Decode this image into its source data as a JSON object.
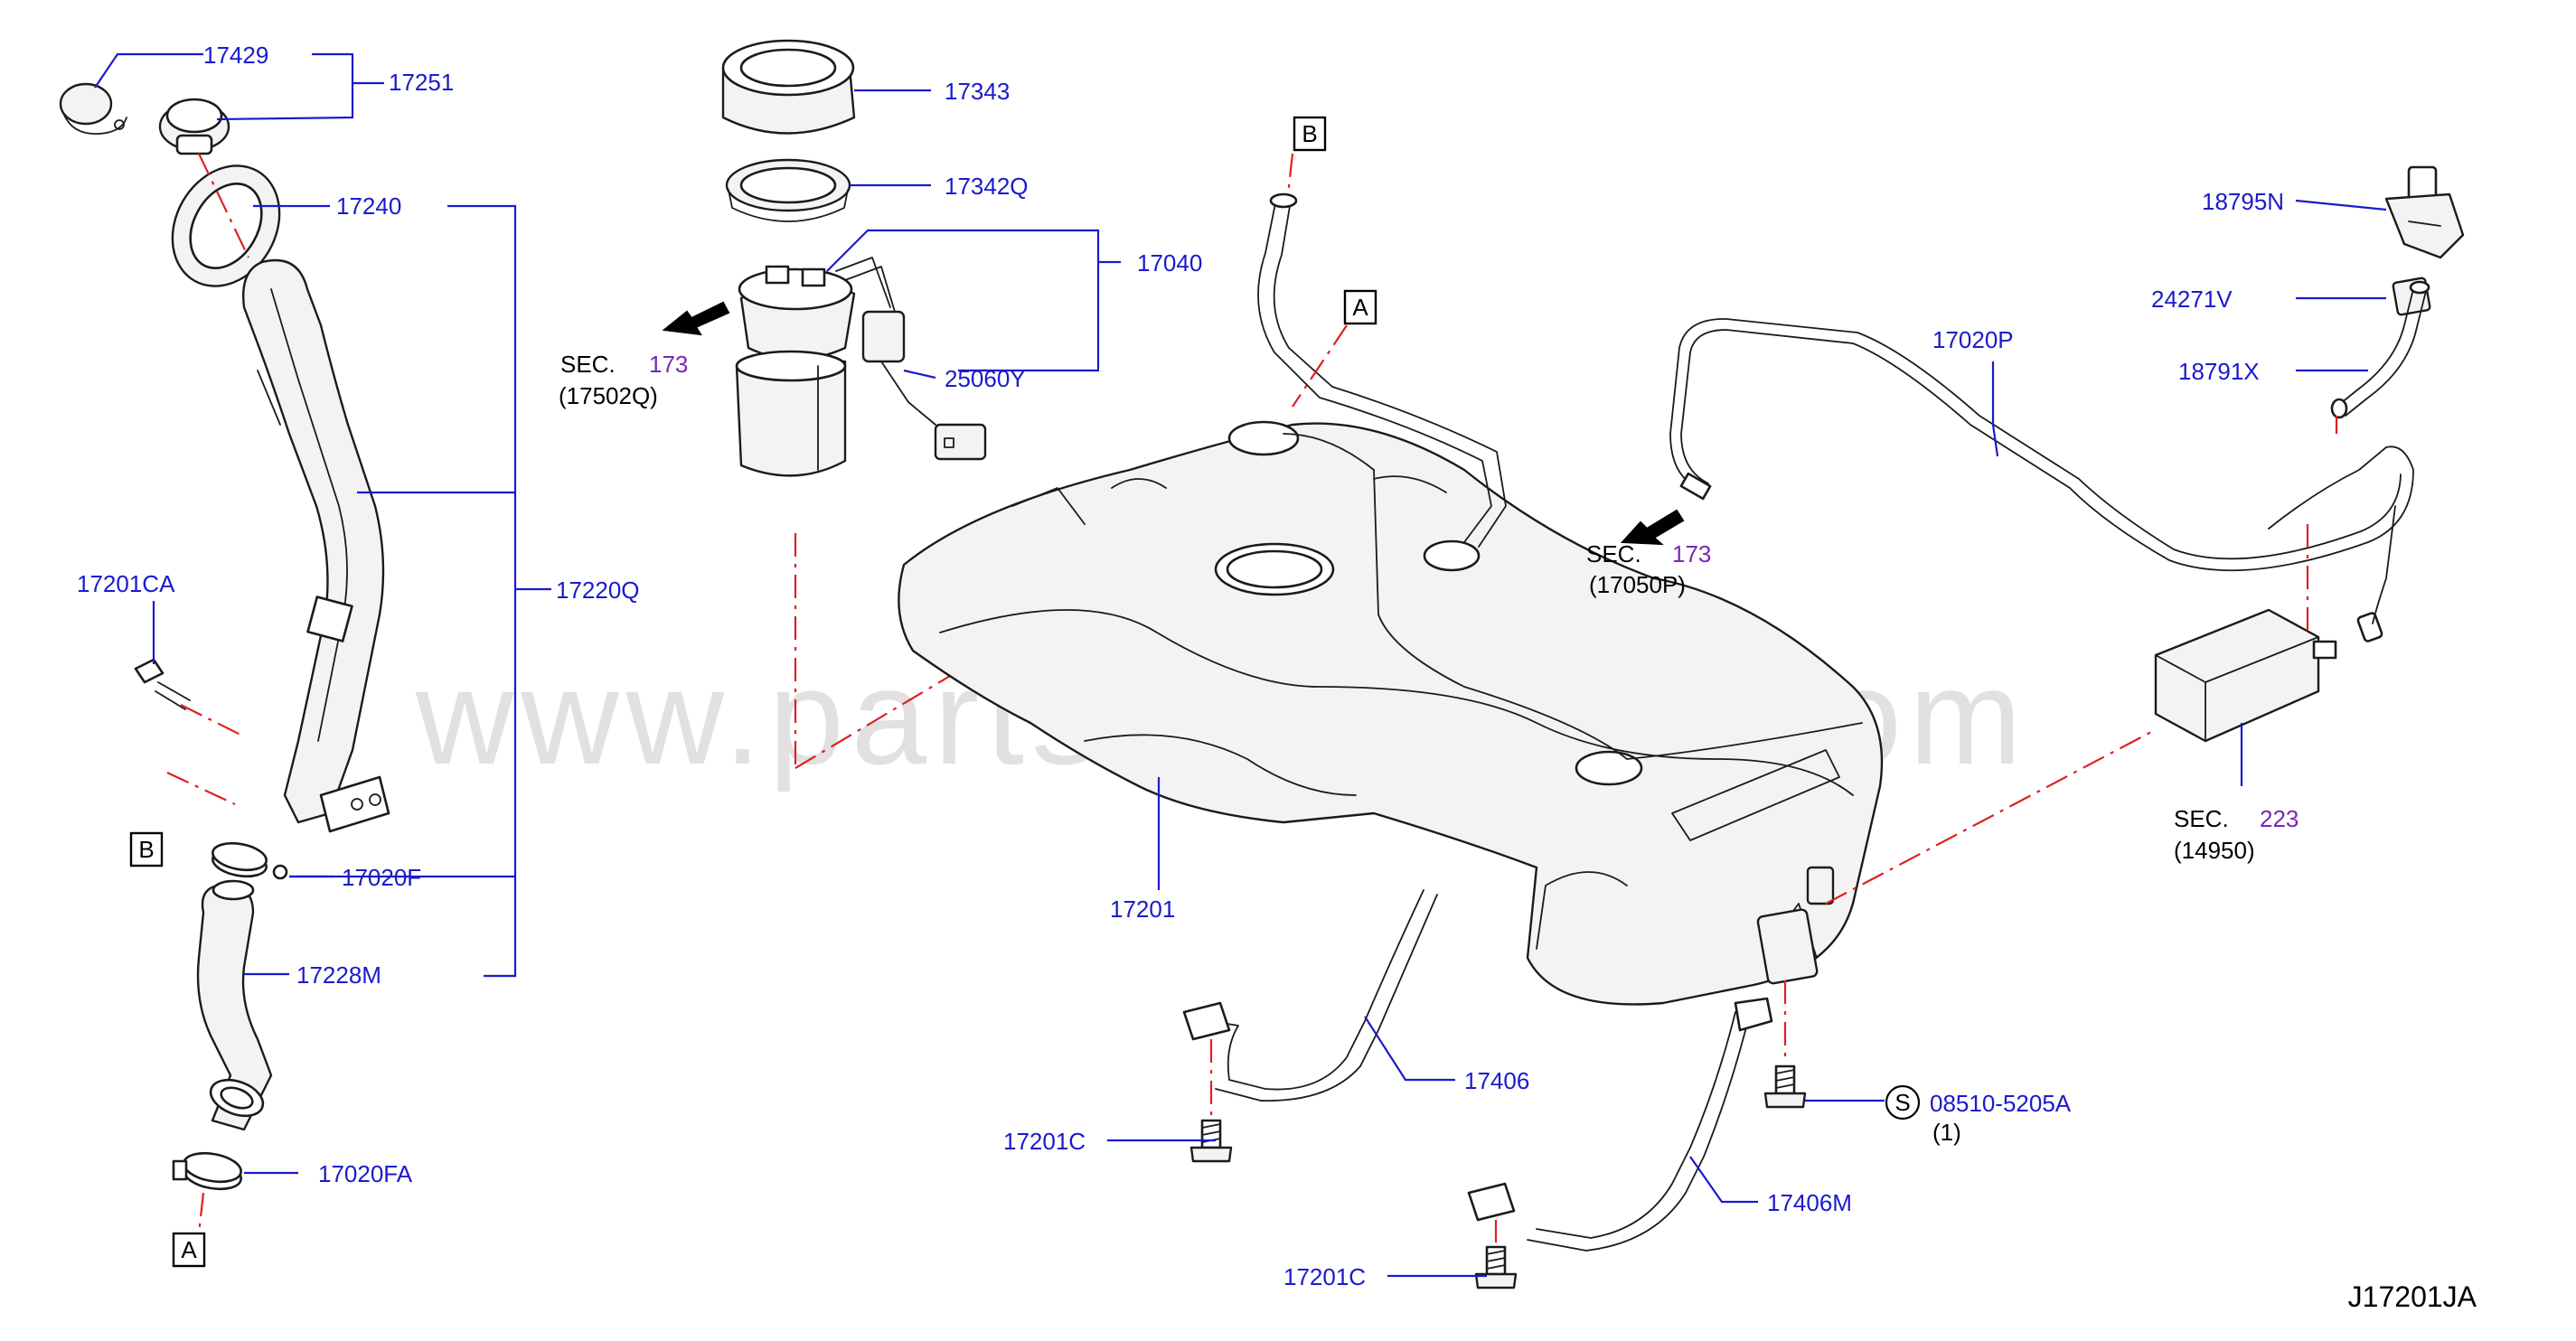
{
  "diagram": {
    "code": "J17201JA",
    "watermark": "www.partsassistant.com"
  },
  "callouts": {
    "c17429": "17429",
    "c17251": "17251",
    "c17240": "17240",
    "c17220Q": "17220Q",
    "c17201CA": "17201CA",
    "c17020F": "17020F",
    "c17228M": "17228M",
    "c17020FA": "17020FA",
    "c17343": "17343",
    "c17342Q": "17342Q",
    "c17040": "17040",
    "c25060Y": "25060Y",
    "c17201": "17201",
    "c17406": "17406",
    "c17201C_a": "17201C",
    "c17201C_b": "17201C",
    "c17406M": "17406M",
    "c08510": "08510-5205A",
    "c08510_qty": "(1)",
    "c08510_symbol": "S",
    "c17020P": "17020P",
    "c18795N": "18795N",
    "c24271V": "24271V",
    "c18791X": "18791X"
  },
  "sections": {
    "pump": {
      "label": "SEC.",
      "number": "173",
      "part": "(17502Q)"
    },
    "tube": {
      "label": "SEC.",
      "number": "173",
      "part": "(17050P)"
    },
    "canister": {
      "label": "SEC.",
      "number": "223",
      "part": "(14950)"
    }
  },
  "refs": {
    "B_top": "B",
    "A_top": "A",
    "B_left": "B",
    "A_bottom": "A"
  }
}
